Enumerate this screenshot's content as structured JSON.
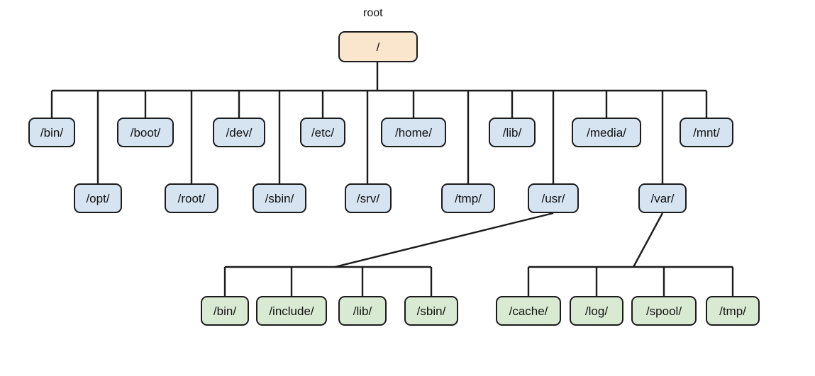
{
  "diagram": {
    "title_caption": "root",
    "colors": {
      "root_fill": "#fae5cd",
      "level1_fill": "#d6e4f2",
      "level2_fill": "#d9ead3",
      "stroke": "#1b1b1b",
      "background": "#ffffff"
    },
    "root": {
      "label": "/",
      "caption": "root"
    },
    "top_level_dirs": [
      {
        "label": "/bin/"
      },
      {
        "label": "/boot/"
      },
      {
        "label": "/dev/"
      },
      {
        "label": "/etc/"
      },
      {
        "label": "/home/"
      },
      {
        "label": "/lib/"
      },
      {
        "label": "/media/"
      },
      {
        "label": "/mnt/"
      },
      {
        "label": "/opt/"
      },
      {
        "label": "/root/"
      },
      {
        "label": "/sbin/"
      },
      {
        "label": "/srv/"
      },
      {
        "label": "/tmp/"
      },
      {
        "label": "/usr/"
      },
      {
        "label": "/var/"
      }
    ],
    "usr_children": [
      {
        "label": "/bin/"
      },
      {
        "label": "/include/"
      },
      {
        "label": "/lib/"
      },
      {
        "label": "/sbin/"
      }
    ],
    "var_children": [
      {
        "label": "/cache/"
      },
      {
        "label": "/log/"
      },
      {
        "label": "/spool/"
      },
      {
        "label": "/tmp/"
      }
    ]
  }
}
